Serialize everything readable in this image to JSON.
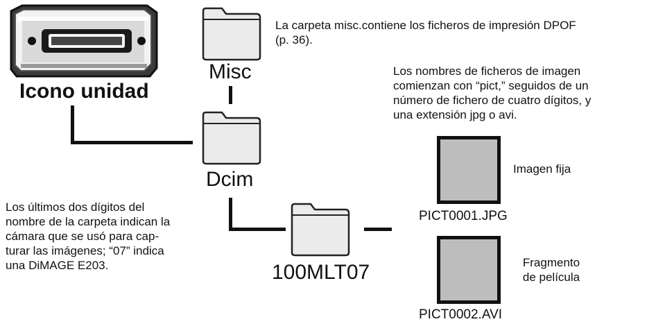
{
  "drive": {
    "label": "Icono unidad"
  },
  "folders": {
    "misc": "Misc",
    "dcim": "Dcim",
    "sub": "100MLT07"
  },
  "notes": {
    "misc": [
      "La carpeta misc.contiene los ficheros de impresión DPOF",
      "(p. 36)."
    ],
    "names": [
      "Los nombres de ficheros de imagen",
      "comienzan con “pict,” seguidos de un",
      "número de fichero de cuatro dígitos, y",
      "una extensión jpg o avi."
    ],
    "digits": [
      "Los últimos dos dígitos del",
      "nombre de la carpeta indican la",
      "cámara que se usó para cap-",
      "turar las imágenes; “07” indica",
      "una DiMAGE E203."
    ]
  },
  "files": [
    {
      "name": "PICT0001.JPG",
      "type": [
        "Imagen fija"
      ]
    },
    {
      "name": "PICT0002.AVI",
      "type": [
        "Fragmento",
        "de película"
      ]
    }
  ]
}
